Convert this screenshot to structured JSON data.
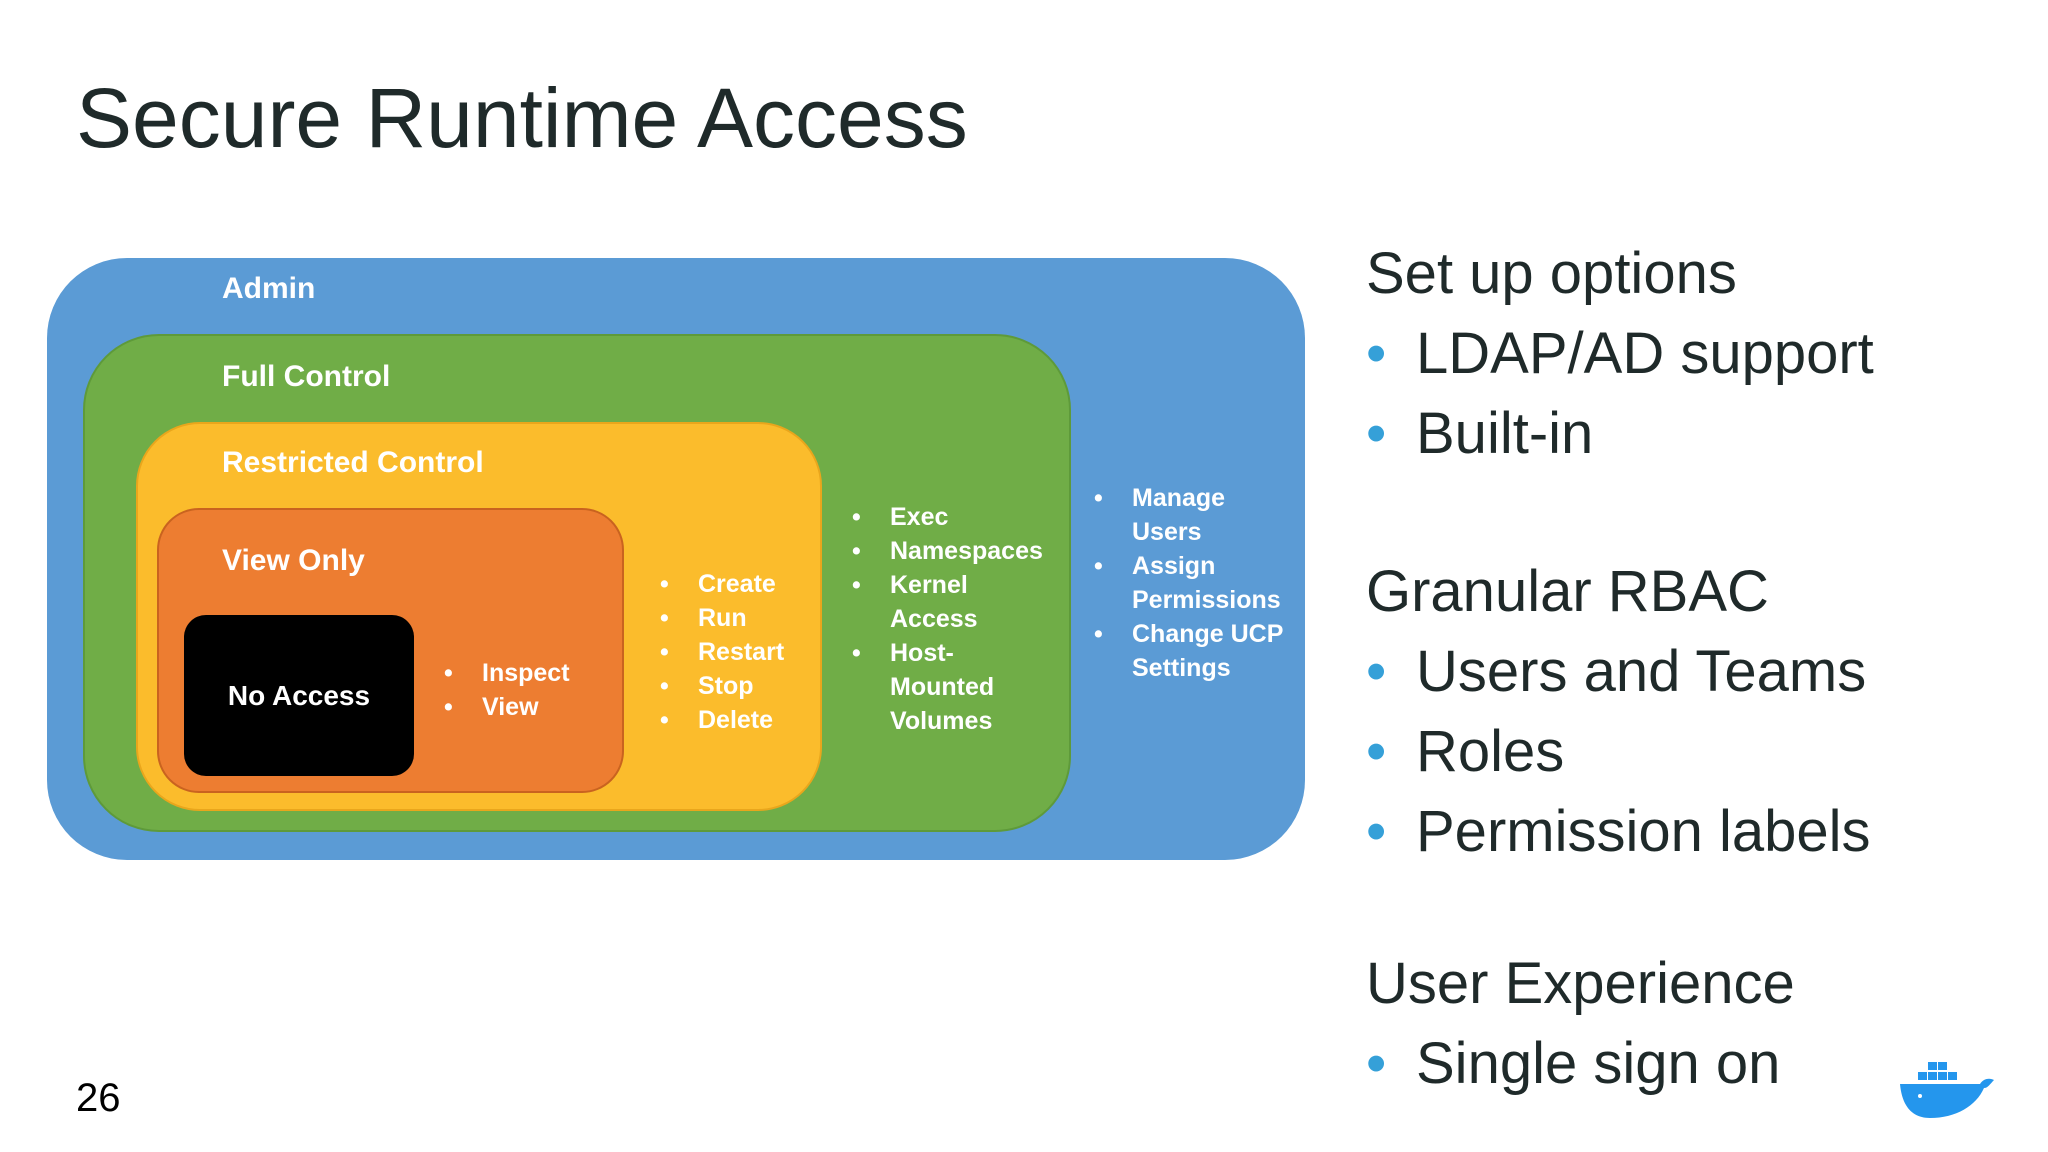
{
  "slide": {
    "title": "Secure Runtime Access",
    "page_number": "26"
  },
  "diagram": {
    "levels": [
      {
        "label": "Admin",
        "color": "#5b9bd5",
        "permissions": [
          "Manage",
          "Users",
          "Assign",
          "Permissions",
          "Change UCP",
          "Settings"
        ],
        "bulleted": [
          true,
          false,
          true,
          false,
          true,
          false
        ]
      },
      {
        "label": "Full Control",
        "color": "#70ad47",
        "permissions": [
          "Exec",
          "Namespaces",
          "Kernel",
          "Access",
          "Host-",
          "Mounted",
          "Volumes"
        ],
        "bulleted": [
          true,
          true,
          true,
          false,
          true,
          false,
          false
        ]
      },
      {
        "label": "Restricted Control",
        "color": "#fbbc2c",
        "permissions": [
          "Create",
          "Run",
          "Restart",
          "Stop",
          "Delete"
        ]
      },
      {
        "label": "View Only",
        "color": "#ed7d31",
        "permissions": [
          "Inspect",
          "View"
        ]
      },
      {
        "label": "No Access",
        "color": "#000000"
      }
    ]
  },
  "right_panel": {
    "sections": [
      {
        "heading": "Set up options",
        "items": [
          "LDAP/AD support",
          "Built-in"
        ]
      },
      {
        "heading": "Granular RBAC",
        "items": [
          "Users and Teams",
          "Roles",
          "Permission labels"
        ]
      },
      {
        "heading": "User Experience",
        "items": [
          "Single sign on"
        ]
      }
    ],
    "bullet_color": "#35a0d8"
  },
  "logo": {
    "icon": "docker-whale-icon"
  }
}
